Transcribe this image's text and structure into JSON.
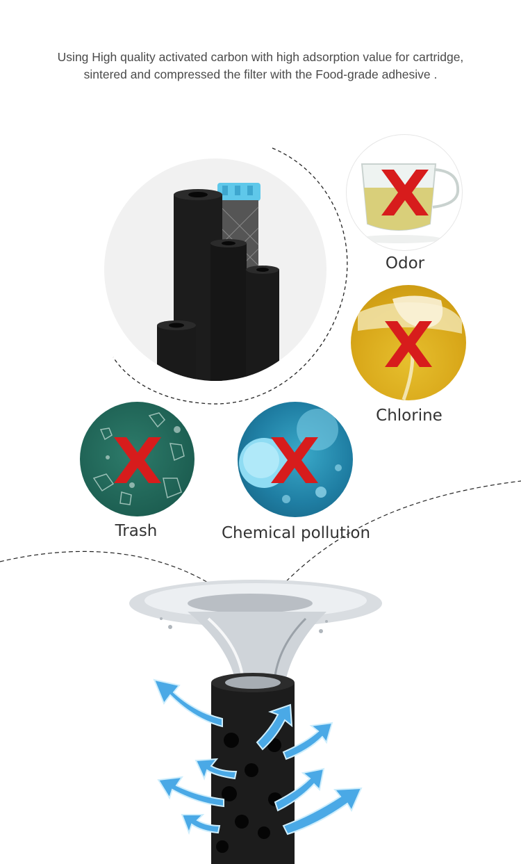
{
  "intro": {
    "line1": "Using High quality activated carbon with high adsorption value for cartridge,",
    "line2": "sintered and compressed the filter with the Food-grade adhesive ."
  },
  "contaminants": {
    "odor": "Odor",
    "chlorine": "Chlorine",
    "trash": "Trash",
    "chemical": "Chemical pollution"
  },
  "colors": {
    "x_mark": "#d71c1c",
    "carbon": "#1c1c1c",
    "cap": "#5fc8ea",
    "water_arrow": "#4aa9e6"
  },
  "icons": {
    "forbidden": "red-x-icon",
    "flow": "water-arrow-icon"
  }
}
